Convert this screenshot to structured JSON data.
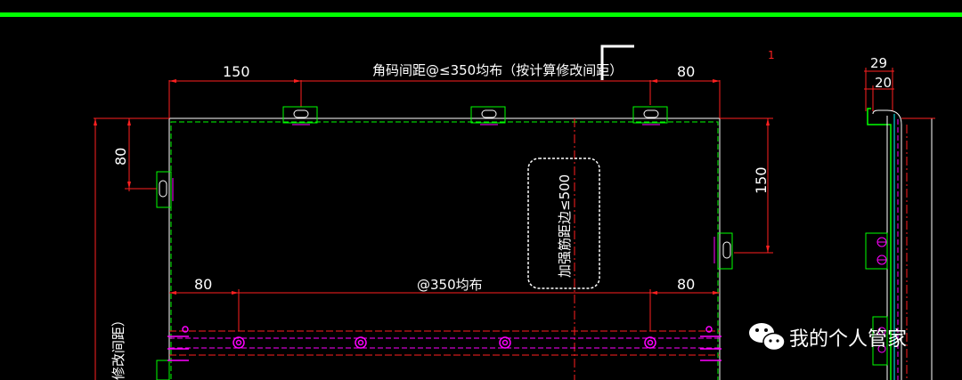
{
  "drawing": {
    "top_note": "角码间距@≤350均布（按计算修改间距）",
    "mid_note": "@350均布",
    "stiffener_note": "加强筋距边≤500",
    "left_note_partial": "修改间距）",
    "sheet_marker": "1"
  },
  "dimensions": {
    "top_left": "150",
    "top_right": "80",
    "left_v": "80",
    "right_v": "150",
    "mid_left": "80",
    "mid_right": "80",
    "side_29": "29",
    "side_20": "20"
  },
  "watermark": {
    "icon": "wechat-icon",
    "text": "我的个人管家"
  },
  "colors": {
    "background": "#000000",
    "green": "#00ff00",
    "red": "#ff2020",
    "magenta": "#ff00ff",
    "white": "#ffffff",
    "cyan": "#00ffff"
  }
}
